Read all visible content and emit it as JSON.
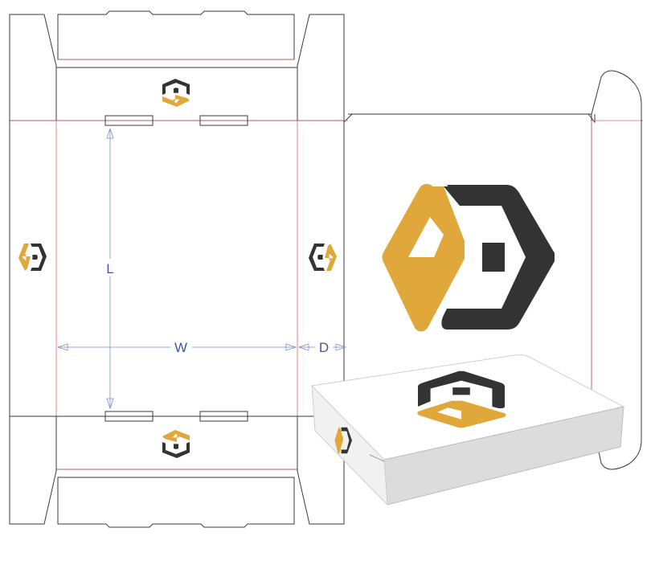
{
  "dimensions": {
    "length_label": "L",
    "width_label": "W",
    "depth_label": "D"
  },
  "colors": {
    "cut_line": "#3a3a3a",
    "fold_line": "#e06a6a",
    "dimension_line": "#7b8fc7",
    "dimension_text": "#3d5aa8",
    "logo_gold": "#e0a83a",
    "logo_dark": "#333333",
    "box_shadow_side": "#d9d9d9"
  },
  "icons": [
    "logo-icon",
    "arrow-icon"
  ]
}
